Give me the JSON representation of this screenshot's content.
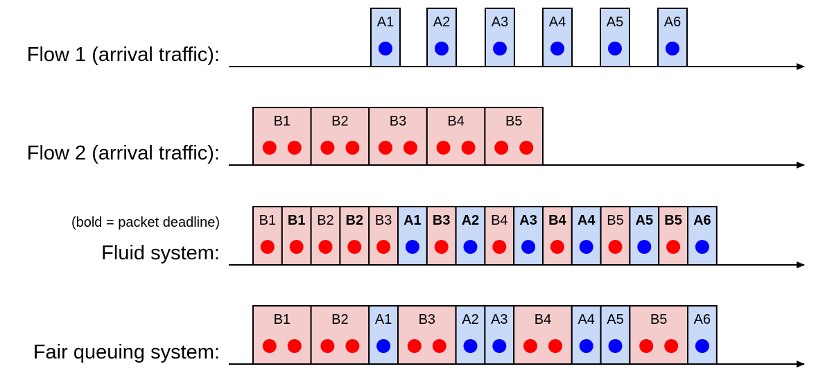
{
  "colors": {
    "flow_a_fill": "#c9daf8",
    "flow_a_dot": "#0000ff",
    "flow_b_fill": "#f4cccc",
    "flow_b_dot": "#ff0000",
    "outline": "#000000"
  },
  "note": "(bold = packet deadline)",
  "rows": [
    {
      "label": "Flow 1 (arrival traffic):",
      "cells": [
        {
          "label": "A1",
          "flow": "A",
          "dots": 1,
          "bold": false
        },
        {
          "label": "A2",
          "flow": "A",
          "dots": 1,
          "bold": false
        },
        {
          "label": "A3",
          "flow": "A",
          "dots": 1,
          "bold": false
        },
        {
          "label": "A4",
          "flow": "A",
          "dots": 1,
          "bold": false
        },
        {
          "label": "A5",
          "flow": "A",
          "dots": 1,
          "bold": false
        },
        {
          "label": "A6",
          "flow": "A",
          "dots": 1,
          "bold": false
        }
      ]
    },
    {
      "label": "Flow 2 (arrival traffic):",
      "cells": [
        {
          "label": "B1",
          "flow": "B",
          "dots": 2,
          "bold": false
        },
        {
          "label": "B2",
          "flow": "B",
          "dots": 2,
          "bold": false
        },
        {
          "label": "B3",
          "flow": "B",
          "dots": 2,
          "bold": false
        },
        {
          "label": "B4",
          "flow": "B",
          "dots": 2,
          "bold": false
        },
        {
          "label": "B5",
          "flow": "B",
          "dots": 2,
          "bold": false
        }
      ]
    },
    {
      "label": "Fluid system:",
      "cells": [
        {
          "label": "B1",
          "flow": "B",
          "dots": 1,
          "bold": false
        },
        {
          "label": "B1",
          "flow": "B",
          "dots": 1,
          "bold": true
        },
        {
          "label": "B2",
          "flow": "B",
          "dots": 1,
          "bold": false
        },
        {
          "label": "B2",
          "flow": "B",
          "dots": 1,
          "bold": true
        },
        {
          "label": "B3",
          "flow": "B",
          "dots": 1,
          "bold": false
        },
        {
          "label": "A1",
          "flow": "A",
          "dots": 1,
          "bold": true
        },
        {
          "label": "B3",
          "flow": "B",
          "dots": 1,
          "bold": true
        },
        {
          "label": "A2",
          "flow": "A",
          "dots": 1,
          "bold": true
        },
        {
          "label": "B4",
          "flow": "B",
          "dots": 1,
          "bold": false
        },
        {
          "label": "A3",
          "flow": "A",
          "dots": 1,
          "bold": true
        },
        {
          "label": "B4",
          "flow": "B",
          "dots": 1,
          "bold": true
        },
        {
          "label": "A4",
          "flow": "A",
          "dots": 1,
          "bold": true
        },
        {
          "label": "B5",
          "flow": "B",
          "dots": 1,
          "bold": false
        },
        {
          "label": "A5",
          "flow": "A",
          "dots": 1,
          "bold": true
        },
        {
          "label": "B5",
          "flow": "B",
          "dots": 1,
          "bold": true
        },
        {
          "label": "A6",
          "flow": "A",
          "dots": 1,
          "bold": true
        }
      ]
    },
    {
      "label": "Fair queuing system:",
      "cells": [
        {
          "label": "B1",
          "flow": "B",
          "dots": 2,
          "bold": false
        },
        {
          "label": "B2",
          "flow": "B",
          "dots": 2,
          "bold": false
        },
        {
          "label": "A1",
          "flow": "A",
          "dots": 1,
          "bold": false
        },
        {
          "label": "B3",
          "flow": "B",
          "dots": 2,
          "bold": false
        },
        {
          "label": "A2",
          "flow": "A",
          "dots": 1,
          "bold": false
        },
        {
          "label": "A3",
          "flow": "A",
          "dots": 1,
          "bold": false
        },
        {
          "label": "B4",
          "flow": "B",
          "dots": 2,
          "bold": false
        },
        {
          "label": "A4",
          "flow": "A",
          "dots": 1,
          "bold": false
        },
        {
          "label": "A5",
          "flow": "A",
          "dots": 1,
          "bold": false
        },
        {
          "label": "B5",
          "flow": "B",
          "dots": 2,
          "bold": false
        },
        {
          "label": "A6",
          "flow": "A",
          "dots": 1,
          "bold": false
        }
      ]
    }
  ]
}
